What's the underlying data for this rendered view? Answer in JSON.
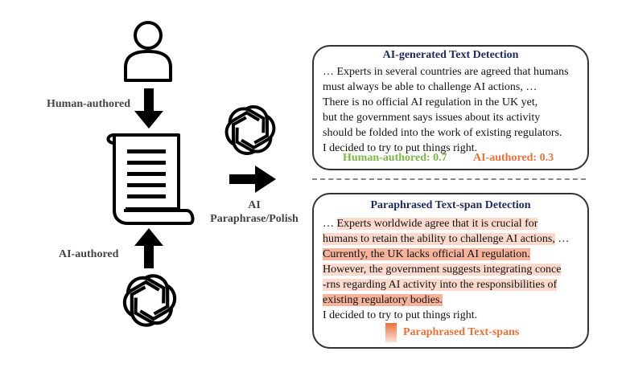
{
  "left": {
    "human_label": "Human-authored",
    "ai_label": "AI-authored",
    "middle_label_line1": "AI",
    "middle_label_line2": "Paraphrase/Polish"
  },
  "panel_top": {
    "title": "AI-generated Text Detection",
    "lines": [
      "… Experts in several countries are agreed that humans",
      "must always be able to challenge AI actions, …",
      "There is no official AI regulation in the UK yet,",
      "but the government says issues about its activity",
      "should be folded into the work of existing regulators.",
      "I decided to try to put things right."
    ],
    "score_human": "Human-authored: 0.7",
    "score_ai": "AI-authored: 0.3"
  },
  "panel_bottom": {
    "title": "Paraphrased Text-span Detection",
    "line1_prefix": "… ",
    "line1_hl": "Experts worldwide agree that it is crucial for",
    "line2_hl": "humans to retain the ability to challenge AI actions,",
    "line2_suffix": " …",
    "line3_hl": "Currently, the UK lacks official AI regulation.",
    "line4_hl": "However, the government suggests integrating conce",
    "line5_hl": "-rns regarding AI activity into the responsibilities of",
    "line6_hl": "existing regulatory bodies.",
    "line7": "I decided to try to put things right.",
    "legend": "Paraphrased Text-spans"
  },
  "colors": {
    "green": "#7ab648",
    "orange": "#e8703a",
    "highlight_strong": "#f6b39b",
    "highlight_light": "#fbd9cc",
    "title_navy": "#1f2a5a"
  },
  "icons": [
    "user-icon",
    "document-icon",
    "openai-logo-icon",
    "right-arrow-icon",
    "down-arrow-icon",
    "up-arrow-icon"
  ]
}
